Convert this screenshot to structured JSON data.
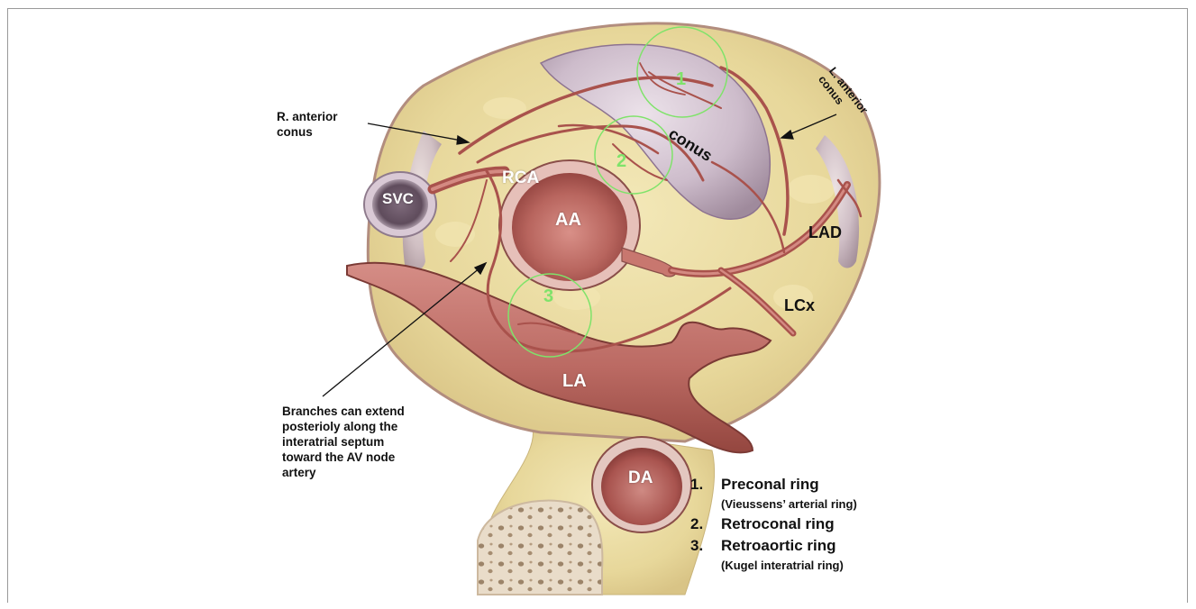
{
  "labels": {
    "svc": "SVC",
    "rca": "RCA",
    "aa": "AA",
    "conus": "conus",
    "lad": "LAD",
    "lcx": "LCx",
    "la": "LA",
    "da": "DA"
  },
  "ring_numbers": [
    "1",
    "2",
    "3"
  ],
  "annotations": {
    "r_anterior_conus": "R. anterior\nconus",
    "l_anterior_conus": "L. anterior\nconus",
    "branches": "Branches can extend\nposterioly along the\ninteratrial septum\n toward the AV node\nartery"
  },
  "legend": [
    {
      "num": "1.",
      "title": "Preconal ring",
      "subtitle": "(Vieussens’ arterial ring)"
    },
    {
      "num": "2.",
      "title": "Retroconal ring",
      "subtitle": ""
    },
    {
      "num": "3.",
      "title": "Retroaortic ring",
      "subtitle": "(Kugel interatrial  ring)"
    }
  ],
  "colors": {
    "fat": "#e9dca0",
    "tissue_outline": "#8a5a5a",
    "conus": "#c9b6c4",
    "vessel": "#b8625c",
    "ring_circle": "#7fe36a"
  }
}
